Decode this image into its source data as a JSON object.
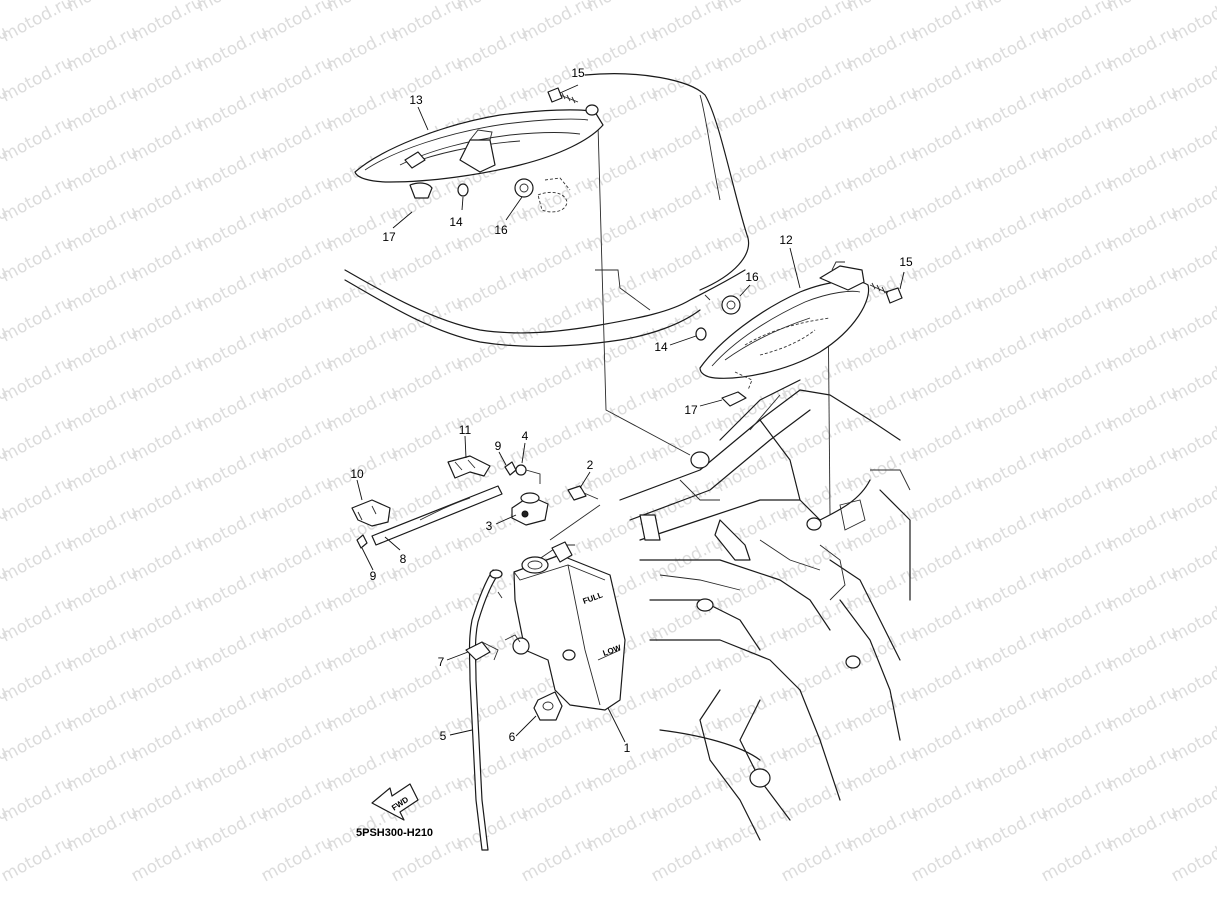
{
  "watermark": {
    "text": "motod.ru"
  },
  "diagram_code": "5PSH300-H210",
  "fwd_label": "FWD",
  "tank_labels": {
    "full": "FULL",
    "low": "LOW"
  },
  "callouts": [
    "15",
    "13",
    "14",
    "16",
    "17",
    "12",
    "16",
    "15",
    "14",
    "17",
    "11",
    "9",
    "4",
    "2",
    "10",
    "3",
    "8",
    "9",
    "7",
    "5",
    "6",
    "1"
  ]
}
